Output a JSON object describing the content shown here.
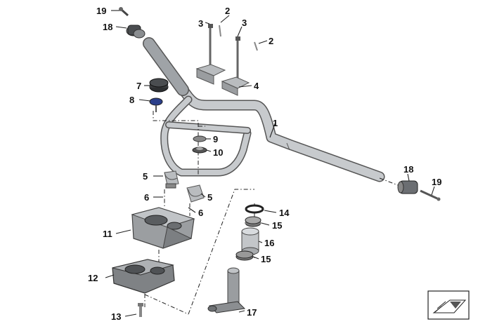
{
  "diagram": {
    "callouts": {
      "c1": "1",
      "c2a": "2",
      "c2b": "2",
      "c3a": "3",
      "c3b": "3",
      "c4": "4",
      "c5a": "5",
      "c5b": "5",
      "c6a": "6",
      "c6b": "6",
      "c7": "7",
      "c8": "8",
      "c9": "9",
      "c10": "10",
      "c11": "11",
      "c12": "12",
      "c13": "13",
      "c14": "14",
      "c15a": "15",
      "c15b": "15",
      "c16": "16",
      "c17": "17",
      "c18a": "18",
      "c18b": "18",
      "c19a": "19",
      "c19b": "19"
    },
    "icons": [
      "assembly-view-icon"
    ]
  }
}
